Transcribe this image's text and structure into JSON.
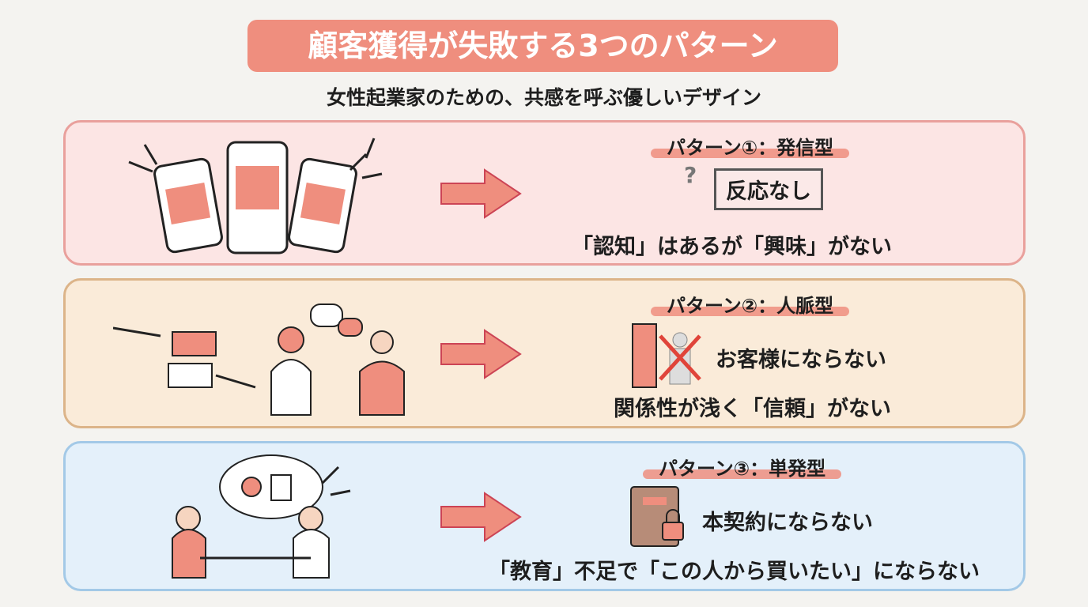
{
  "title": "顧客獲得が失敗する3つのパターン",
  "subtitle": "女性起業家のための、共感を呼ぶ優しいデザイン",
  "colors": {
    "accent": "#ef8e7e",
    "pink": "#fce5e4",
    "beige": "#faebd9",
    "blue": "#e4f0fa"
  },
  "patterns": [
    {
      "label": "パターン①：発信型",
      "result": "反応なし",
      "question": "?",
      "reason": "「認知」はあるが「興味」がない"
    },
    {
      "label": "パターン②：人脈型",
      "result": "お客様にならない",
      "reason": "関係性が浅く「信頼」がない"
    },
    {
      "label": "パターン③：単発型",
      "result": "本契約にならない",
      "reason": "「教育」不足で「この人から買いたい」にならない"
    }
  ]
}
